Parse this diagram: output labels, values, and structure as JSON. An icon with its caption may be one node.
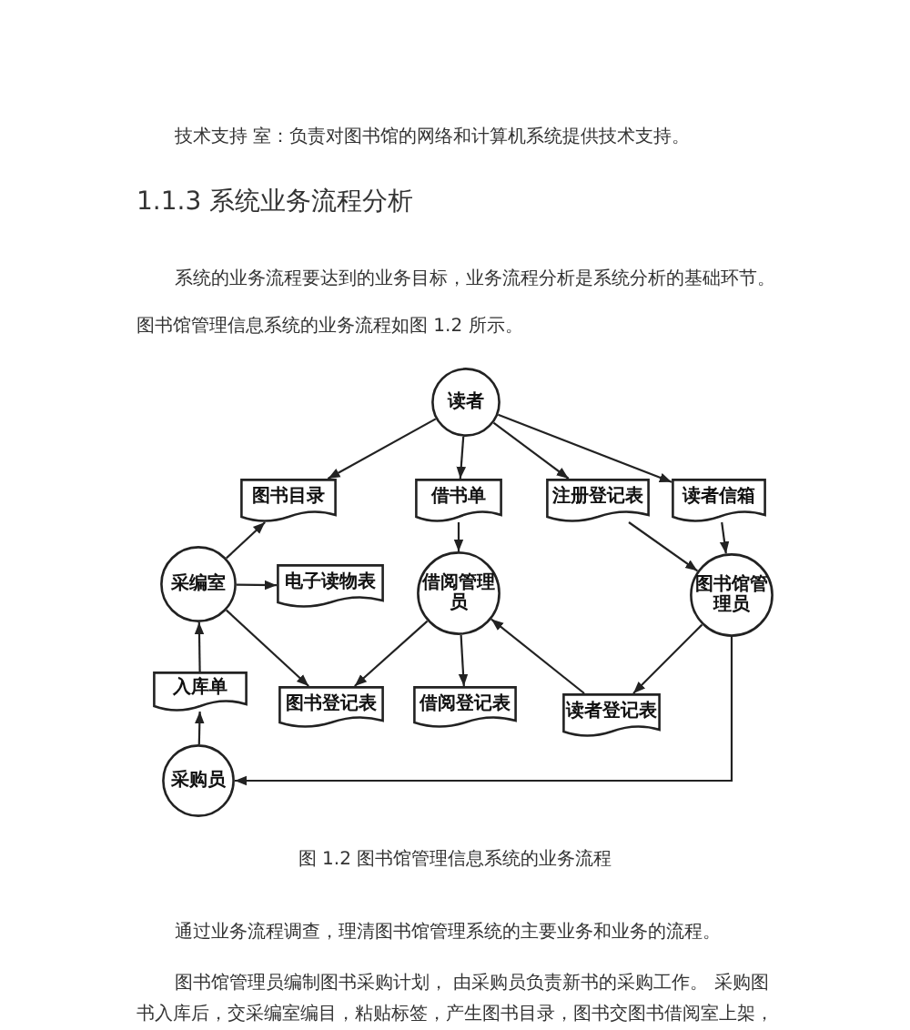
{
  "diagram": {
    "caption": "图 1.2 图书馆管理信息系统的业务流程",
    "nodes": [
      {
        "text": [
          "读者"
        ]
      },
      {
        "text": [
          "图书目录"
        ]
      },
      {
        "text": [
          "借书单"
        ]
      },
      {
        "text": [
          "注册登记表"
        ]
      },
      {
        "text": [
          "读者信箱"
        ]
      },
      {
        "text": [
          "采编室"
        ]
      },
      {
        "text": [
          "电子读物表"
        ]
      },
      {
        "text": [
          "借阅管理员"
        ]
      },
      {
        "text": [
          "图书馆管理员"
        ]
      },
      {
        "text": [
          "入库单"
        ]
      },
      {
        "text": [
          "图书登记表"
        ]
      },
      {
        "text": [
          "借阅登记表"
        ]
      },
      {
        "text": [
          "读者登记表"
        ]
      },
      {
        "text": [
          "采购员"
        ]
      }
    ],
    "edges": [
      {
        "from": 0,
        "to": 1,
        "arrow": "to"
      },
      {
        "from": 0,
        "to": 2,
        "arrow": "to"
      },
      {
        "from": 0,
        "to": 3,
        "arrow": "to"
      },
      {
        "from": 0,
        "to": 4,
        "arrow": "to"
      },
      {
        "from": 5,
        "to": 1,
        "arrow": "to"
      },
      {
        "from": 5,
        "to": 6,
        "arrow": "to"
      },
      {
        "from": 2,
        "to": 7,
        "arrow": "to"
      },
      {
        "from": 4,
        "to": 8,
        "arrow": "to"
      },
      {
        "from": 3,
        "to": 8,
        "arrow": "to"
      },
      {
        "from": 5,
        "to": 10,
        "arrow": "to"
      },
      {
        "from": 7,
        "to": 10,
        "arrow": "to"
      },
      {
        "from": 7,
        "to": 11,
        "arrow": "to"
      },
      {
        "from": 12,
        "to": 7,
        "arrow": "to"
      },
      {
        "from": 8,
        "to": 12,
        "arrow": "to"
      },
      {
        "from": 8,
        "to": 13,
        "arrow": "to"
      },
      {
        "from": 13,
        "to": 9,
        "arrow": "to"
      },
      {
        "from": 9,
        "to": 5,
        "arrow": "to"
      }
    ],
    "labels": [
      "技术支持 室：负责对图书馆的网络和计算机系统提供技术支持。",
      "1.1.3 系统业务流程分析",
      "系统的业务流程要达到的业务目标，业务流程分析是系统分析的基础环节。图书馆管理信息系统的业务流程如图 1.2 所示。",
      "通过业务流程调查，理清图书馆管理系统的主要业务和业务的流程。",
      "图书馆管理员编制图书采购计划， 由采购员负责新书的采购工作。 采购图书入库后，交采编室编目，粘贴标签，产生图书目录，图书交图书借阅室上架，供"
    ]
  }
}
